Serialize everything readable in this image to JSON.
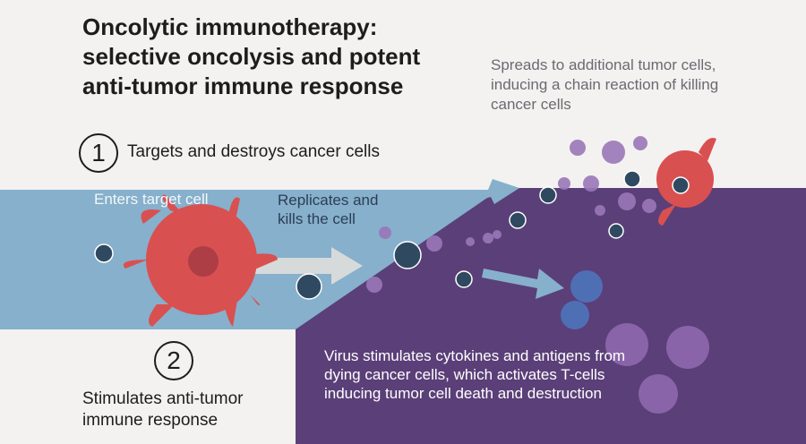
{
  "title": "Oncolytic immunotherapy: selective oncolysis and potent anti-tumor immune response",
  "spread_text": "Spreads to additional tumor cells, inducing a chain reaction of killing cancer cells",
  "step1": {
    "number": "1",
    "label": "Targets and destroys cancer cells"
  },
  "enters_label": "Enters target cell",
  "replicates_label": "Replicates and kills the cell",
  "step2": {
    "number": "2",
    "label": "Stimulates anti-tumor immune response"
  },
  "virus_text": "Virus stimulates cytokines and antigens from dying cancer cells, which activates T-cells inducing tumor cell death and destruction",
  "colors": {
    "blue_band": "#86b0cc",
    "purple": "#5b3f78",
    "cancer_cell": "#d95050",
    "virus": "#2f4a60",
    "lilac": "#9b77b8"
  }
}
